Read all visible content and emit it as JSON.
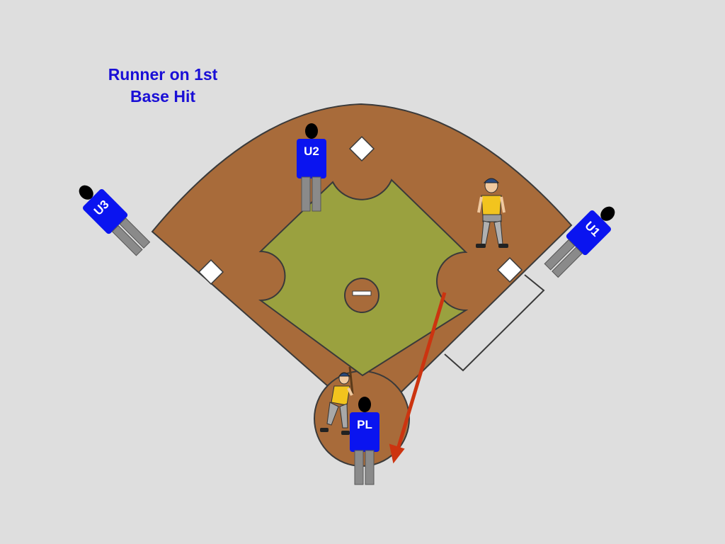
{
  "title": {
    "line1": "Runner on 1st",
    "line2": "Base Hit"
  },
  "umpires": {
    "u1": "U1",
    "u2": "U2",
    "u3": "U3",
    "pl": "PL"
  },
  "colors": {
    "title": "#1a0fd6",
    "dirt": "#a86b3a",
    "grass": "#9aa13f",
    "umpire_shirt": "#0a14f0",
    "umpire_pants": "#8a8a8a",
    "arrow": "#cc3410",
    "background": "#dedede"
  }
}
